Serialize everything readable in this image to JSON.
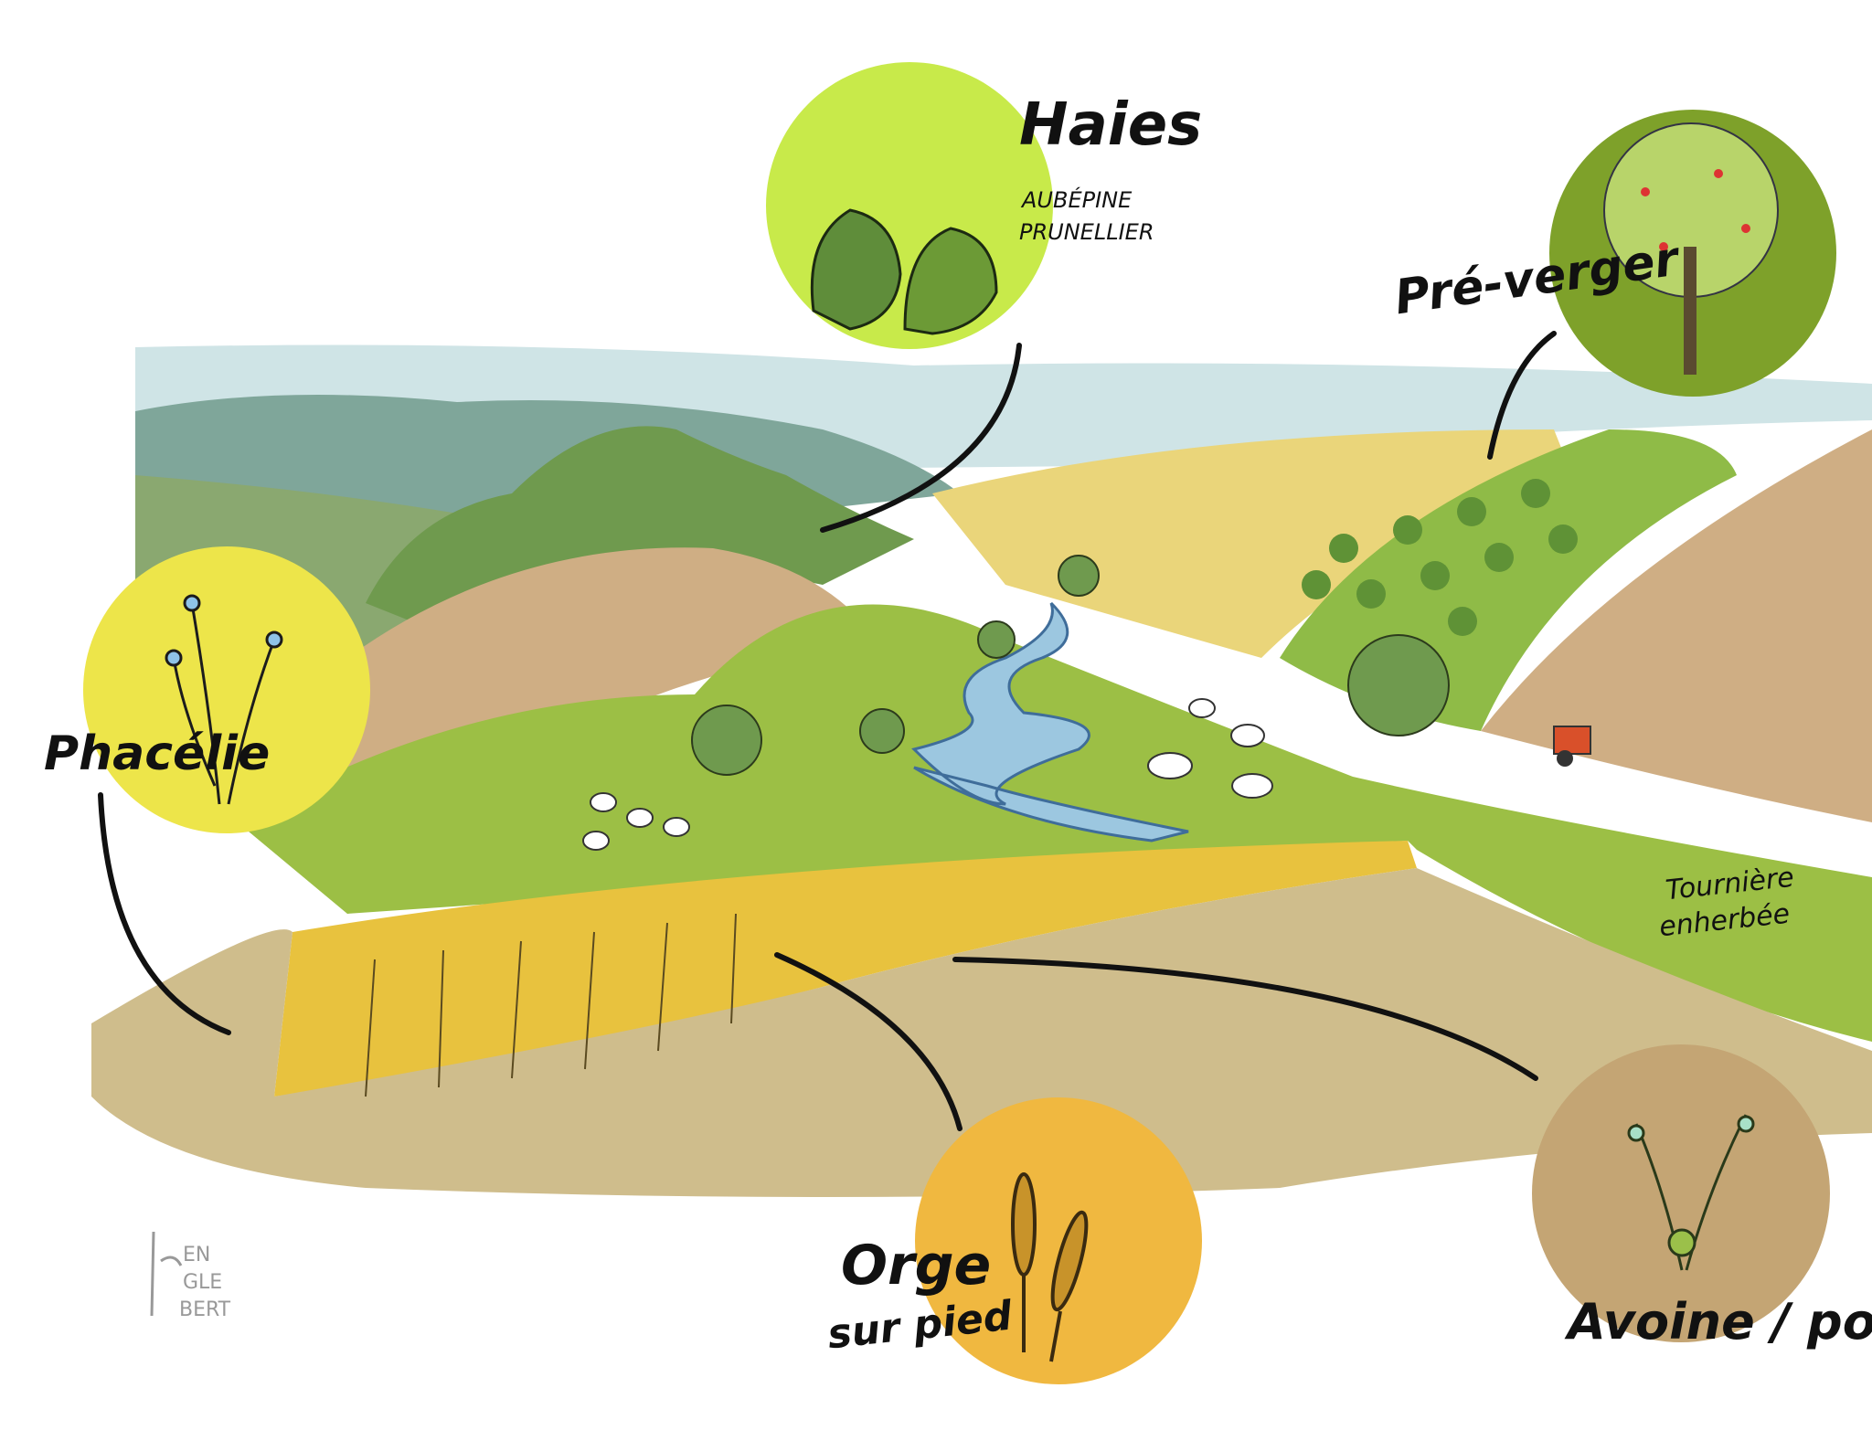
{
  "labels": {
    "haies": {
      "title": "Haies",
      "subtitle_1": "AUBÉPINE",
      "subtitle_2": "PRUNELLIER"
    },
    "pre_verger": {
      "title": "Pré-verger"
    },
    "phacelie": {
      "title": "Phacélie"
    },
    "tourniere": {
      "line_1": "Tournière",
      "line_2": "enherbée"
    },
    "orge": {
      "line_1": "Orge",
      "line_2": "sur pied"
    },
    "avoine": {
      "title": "Avoine / pois"
    }
  },
  "signature": "jm ENGLEBERT",
  "colors": {
    "haies_circle": "#c8ea4a",
    "pre_verger_circle": "#7ea12a",
    "phacelie_circle": "#ede54a",
    "orge_circle": "#f0b840",
    "avoine_circle": "#c4a574",
    "sky": "#cfe4e6",
    "meadow": "#9cbf45",
    "plowed": "#cfae84",
    "wheat": "#e8c23e",
    "river": "#9cc7e0"
  }
}
